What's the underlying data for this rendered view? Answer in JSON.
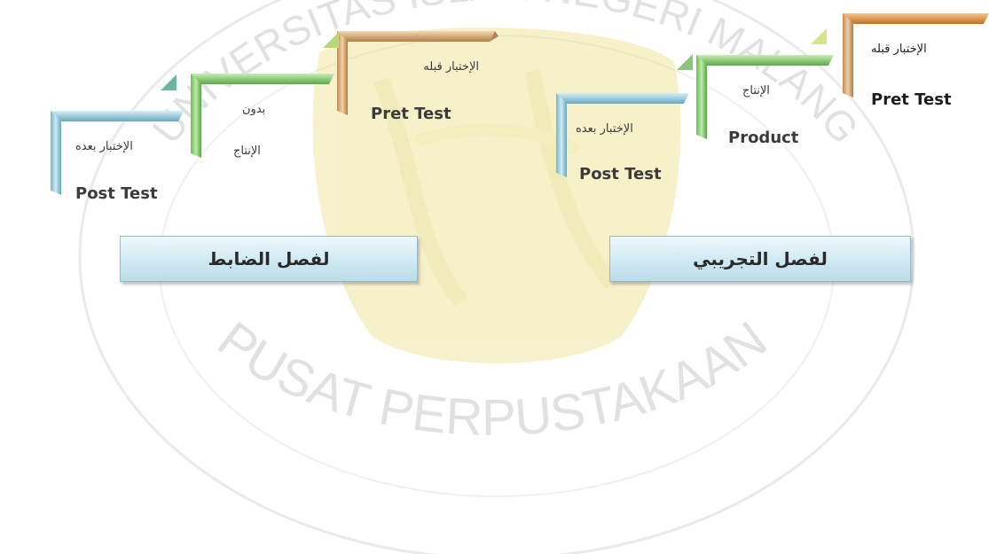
{
  "watermark": {
    "line_top": "UNIVERSITAS ISLAM NEGERI MALANG",
    "line_bottom": "PUSAT PERPUSTAKAAN"
  },
  "control_group": {
    "title": "لفصل الضابط",
    "steps": [
      {
        "arabic": "الإختبار قبله",
        "english": "Pret Test",
        "color": "tan"
      },
      {
        "arabic_line1": "بدون",
        "arabic_line2": "الإنتاج",
        "color": "green"
      },
      {
        "arabic": "الإختبار بعده",
        "english": "Post Test",
        "color": "blue"
      }
    ]
  },
  "experimental_group": {
    "title": "لفصل التجريبي",
    "steps": [
      {
        "arabic": "الإختبار قبله",
        "english": "Pret Test",
        "color": "tan"
      },
      {
        "arabic": "الإنتاج",
        "english": "Product",
        "color": "green"
      },
      {
        "arabic": "الإختبار بعده",
        "english": "Post Test",
        "color": "blue"
      }
    ]
  },
  "colors": {
    "tan": "#d7a874",
    "green": "#7fcf67",
    "blue": "#8fc6d8",
    "orange": "#e48a3a",
    "box": "#cfe9f2"
  }
}
